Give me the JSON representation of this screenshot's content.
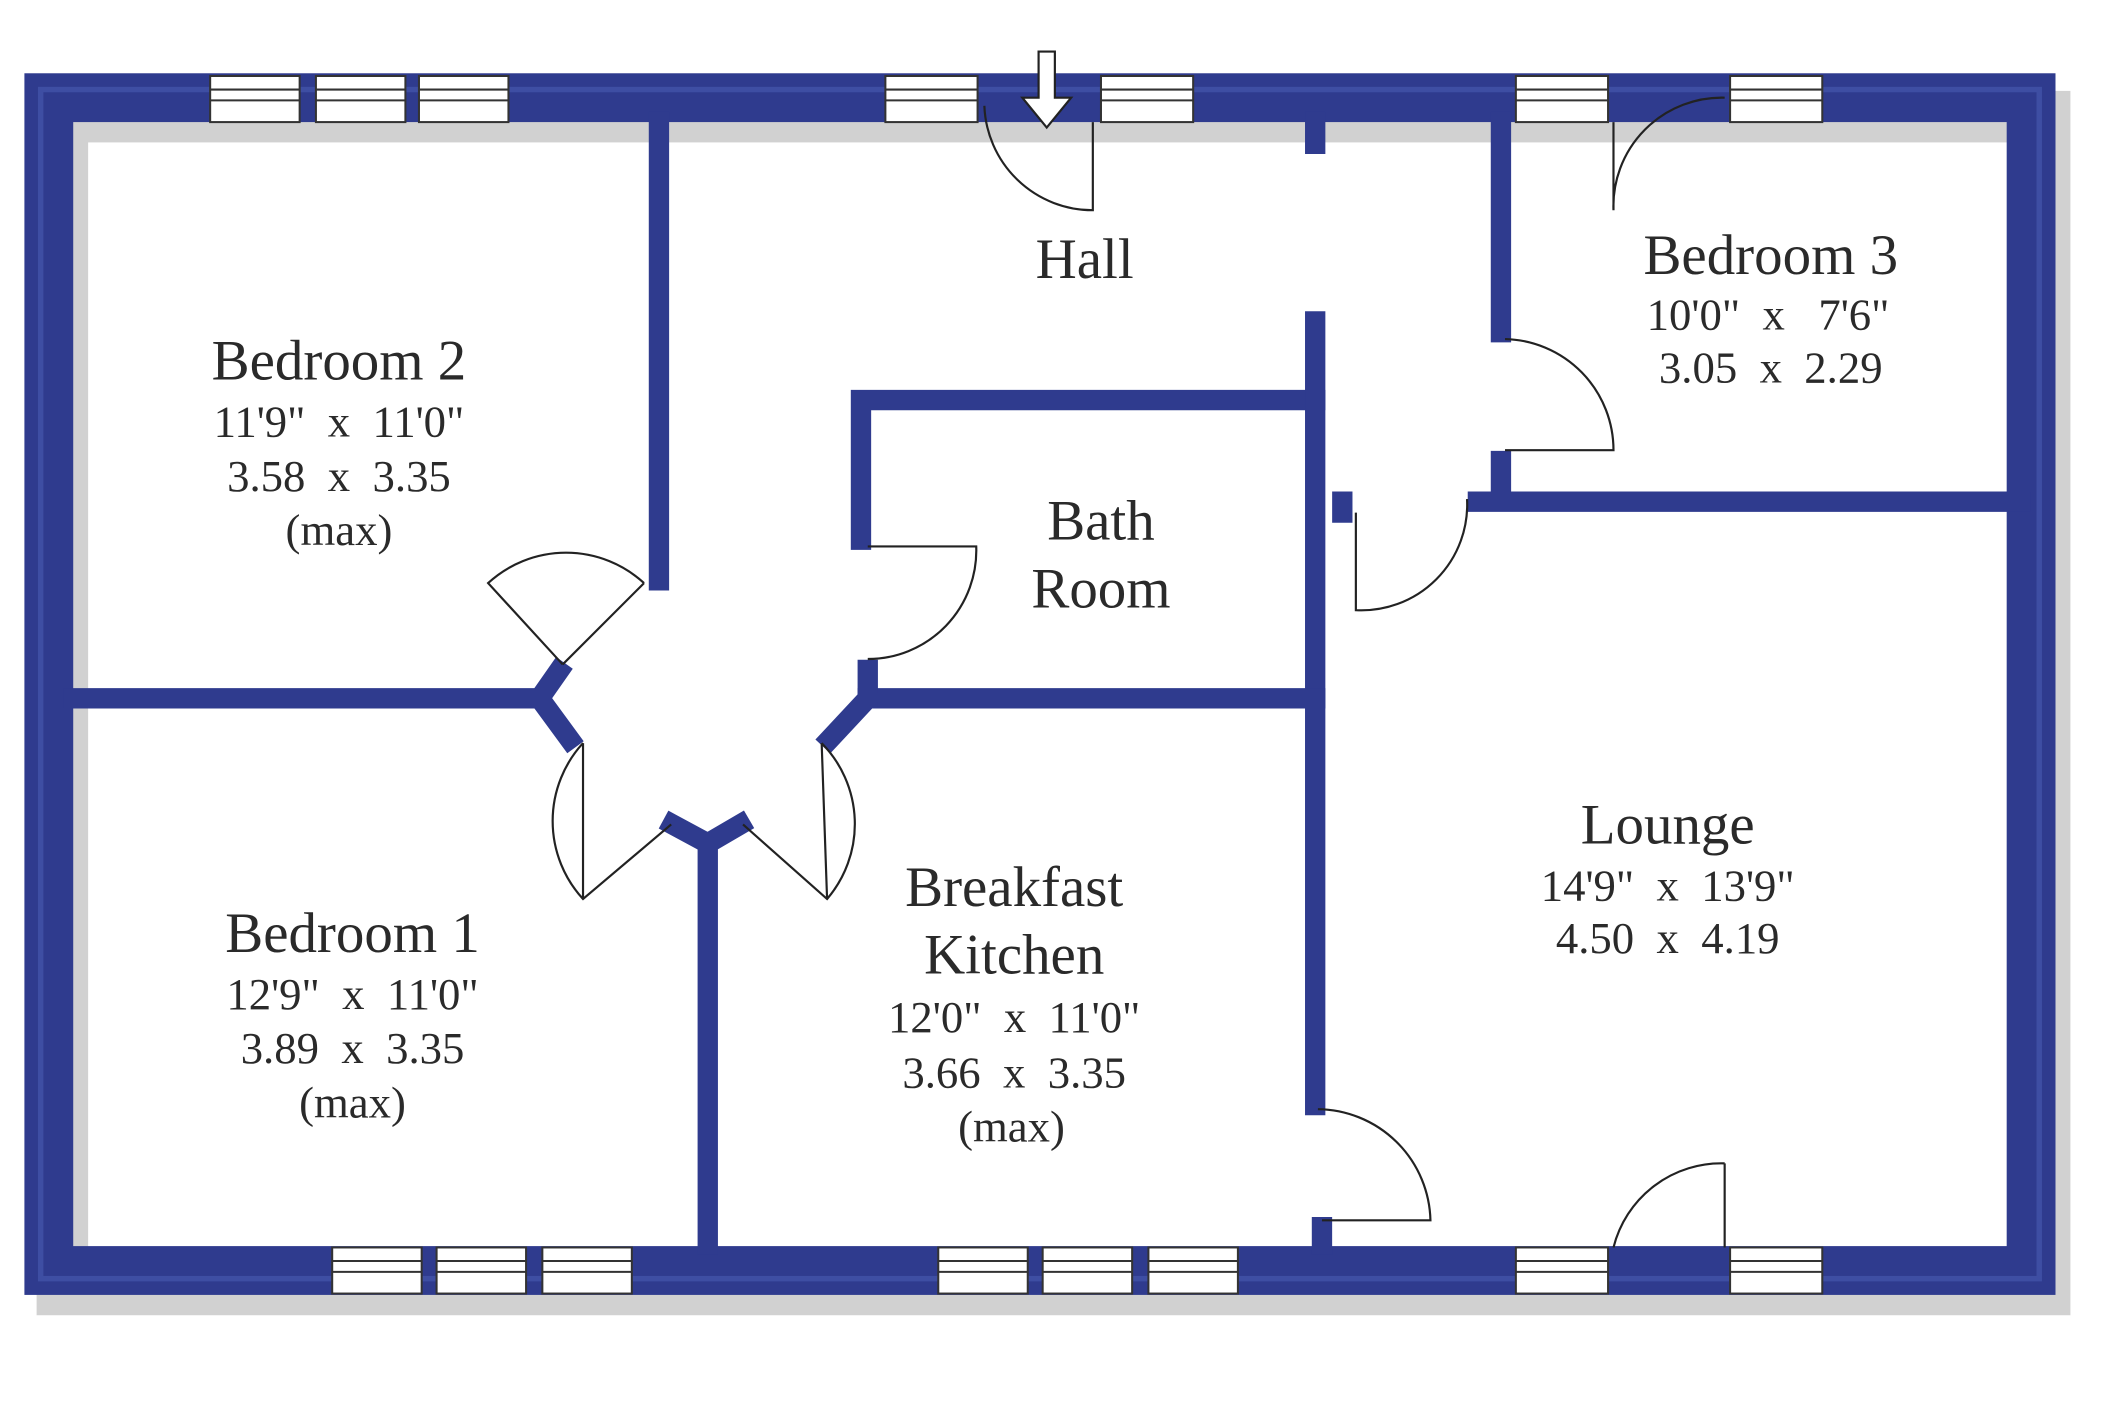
{
  "plan": {
    "wall_color": "#2f3b8e",
    "entrance_icon": "down-arrow-icon",
    "rooms": {
      "hall": {
        "name": "Hall"
      },
      "bedroom2": {
        "name": "Bedroom 2",
        "imperial": "11'9\"  x  11'0\"",
        "metric": "3.58  x  3.35",
        "note": "(max)"
      },
      "bedroom3": {
        "name": "Bedroom 3",
        "imperial": "10'0\"  x   7'6\"",
        "metric": "3.05  x  2.29"
      },
      "bath": {
        "name_line1": "Bath",
        "name_line2": "Room"
      },
      "bedroom1": {
        "name": "Bedroom 1",
        "imperial": "12'9\"  x  11'0\"",
        "metric": "3.89  x  3.35",
        "note": "(max)"
      },
      "kitchen": {
        "name_line1": "Breakfast",
        "name_line2": "Kitchen",
        "imperial": "12'0\"  x  11'0\"",
        "metric": "3.66  x  3.35",
        "note": "(max)"
      },
      "lounge": {
        "name": "Lounge",
        "imperial": "14'9\"  x  13'9\"",
        "metric": "4.50  x  4.19"
      }
    }
  }
}
